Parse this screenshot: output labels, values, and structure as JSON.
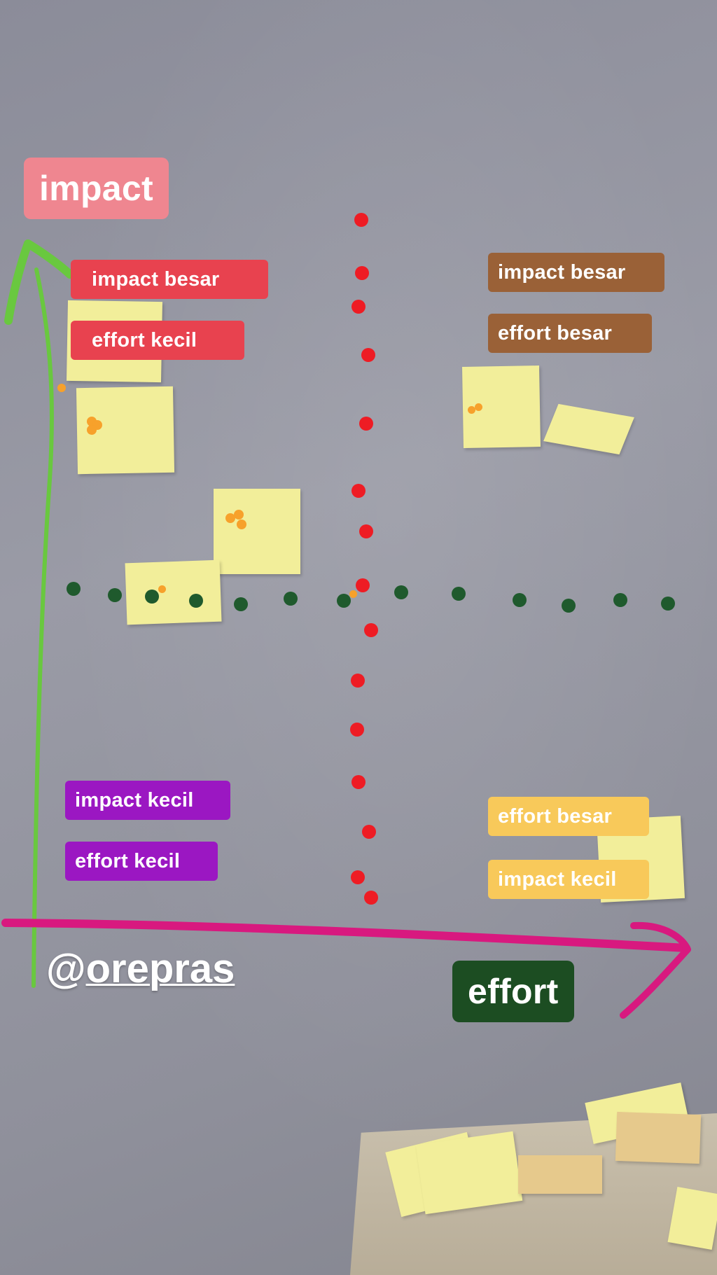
{
  "tags": {
    "impact_axis": "impact",
    "effort_axis": "effort",
    "q1_impact": "impact besar",
    "q1_effort": "effort kecil",
    "q2_impact": "impact besar",
    "q2_effort": "effort besar",
    "q3_impact": "impact kecil",
    "q3_effort": "effort kecil",
    "q4_effort": "effort besar",
    "q4_impact": "impact kecil"
  },
  "handle": {
    "at": "@",
    "name": "orepras"
  },
  "colors": {
    "impact_axis_tag": "#ef8690",
    "q1_tag": "#e8424f",
    "q2_tag": "#9a6137",
    "q3_tag": "#9b17c2",
    "q4_tag": "#f8c95a",
    "effort_axis_tag": "#1c4d22",
    "green_arrow": "#69c83f",
    "pink_arrow": "#d8197f",
    "red_dots": "#ee1c24",
    "green_dots": "#1f5a2d",
    "sticky_note": "#f2ee9a",
    "orange_dots": "#f7a12b"
  }
}
